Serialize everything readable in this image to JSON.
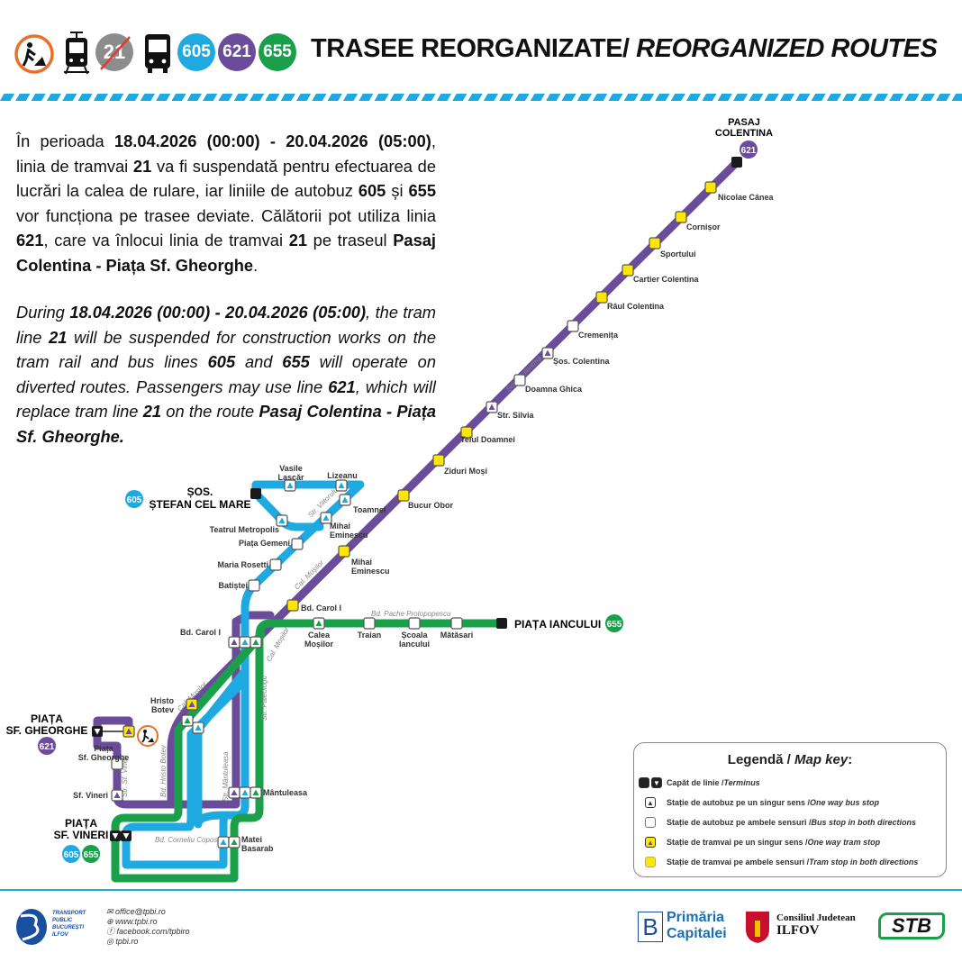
{
  "header": {
    "icons": [
      "roadworks-icon",
      "tram-icon",
      "bus-icon"
    ],
    "suspended_line": "21",
    "bus_lines": [
      "605",
      "621",
      "655"
    ],
    "title_ro": "TRASEE REORGANIZATE/ ",
    "title_en": "REORGANIZED ROUTES"
  },
  "text_ro": [
    {
      "t": "În perioada ",
      "b": false
    },
    {
      "t": "18.04.2026 (00:00) - 20.04.2026 (05:00)",
      "b": true
    },
    {
      "t": ", linia de tramvai ",
      "b": false
    },
    {
      "t": "21",
      "b": true
    },
    {
      "t": " va fi suspendată pentru efectuarea de lucrări la calea de rulare, iar liniile de autobuz ",
      "b": false
    },
    {
      "t": "605",
      "b": true
    },
    {
      "t": " și ",
      "b": false
    },
    {
      "t": "655",
      "b": true
    },
    {
      "t": " vor funcționa pe trasee deviate. Călătorii pot utiliza linia ",
      "b": false
    },
    {
      "t": "621",
      "b": true
    },
    {
      "t": ", care va înlocui linia de tramvai ",
      "b": false
    },
    {
      "t": "21",
      "b": true
    },
    {
      "t": " pe traseul ",
      "b": false
    },
    {
      "t": "Pasaj Colentina - Piața Sf. Gheorghe",
      "b": true
    },
    {
      "t": ".",
      "b": false
    }
  ],
  "text_en": [
    {
      "t": "During ",
      "b": false
    },
    {
      "t": "18.04.2026 (00:00) - 20.04.2026 (05:00)",
      "b": true
    },
    {
      "t": ", the tram line ",
      "b": false
    },
    {
      "t": "21",
      "b": true
    },
    {
      "t": " will be suspended for construction works on the tram rail and bus lines ",
      "b": false
    },
    {
      "t": "605",
      "b": true
    },
    {
      "t": " and ",
      "b": false
    },
    {
      "t": "655",
      "b": true
    },
    {
      "t": " will operate on diverted routes. Passengers may use line ",
      "b": false
    },
    {
      "t": "621",
      "b": true
    },
    {
      "t": ", which will replace tram line ",
      "b": false
    },
    {
      "t": "21",
      "b": true
    },
    {
      "t": " on the route ",
      "b": false
    },
    {
      "t": "Pasaj Colentina - Piața Sf. Gheorghe.",
      "b": true
    }
  ],
  "colors": {
    "line_605": "#1fa9e1",
    "line_621": "#6b4c9a",
    "line_655": "#1aa04a",
    "tram_stop": "#ffe600",
    "accent": "#1fa9e1"
  },
  "map": {
    "termini": {
      "pasaj_colentina": [
        "PASAJ",
        "COLENTINA"
      ],
      "stefan_cel_mare": [
        "ȘOS.",
        "ȘTEFAN CEL MARE"
      ],
      "piata_iancului": "PIAȚA IANCULUI",
      "sf_gheorghe": [
        "PIAȚA",
        "SF. GHEORGHE"
      ],
      "sf_vineri": [
        "PIAȚA",
        "SF. VINERI"
      ]
    },
    "stations": [
      "Nicolae Cânea",
      "Cornișor",
      "Sportului",
      "Cartier Colentina",
      "Râul Colentina",
      "Cremenița",
      "Șos. Colentina",
      "Doamna Ghica",
      "Str. Silvia",
      "Teiul Doamnei",
      "Ziduri Moși",
      "Bucur Obor",
      "Mihai|Eminescu",
      "Bd. Carol I",
      "Vasile|Lascăr",
      "Lizeanu",
      "Toamnei",
      "Mihai|Eminescu",
      "Teatrul Metropolis",
      "Piața Gemeni",
      "Maria Rosetti",
      "Batiștei",
      "Calea|Moșilor",
      "Traian",
      "Școala|Iancului",
      "Mătăsari",
      "Bd. Carol I",
      "Hristo|Botev",
      "Piața|Sf. Gheorghe",
      "Sf. Vineri",
      "Mântuleasa",
      "Matei|Basarab"
    ],
    "streets": [
      "Șos. Colentina",
      "Str. Viitorului",
      "Cal. Moșilor",
      "Bd. Pache Protopopescu",
      "Cal. Moșilor",
      "Str. Paleologu",
      "Cal. Moșilor",
      "Bd. Hristo Botev",
      "Str. Mântuleasa",
      "Str. Sf. Vineri",
      "Bd. Corneliu Coposu"
    ]
  },
  "legend": {
    "title": "Legendă / ",
    "title_en": "Map key",
    "items": [
      {
        "ro": "Capăt de linie / ",
        "en": "Terminus"
      },
      {
        "ro": "Stație de autobuz pe un singur sens / ",
        "en": "One way bus stop"
      },
      {
        "ro": "Stație de autobuz pe ambele sensuri / ",
        "en": "Bus stop in both directions"
      },
      {
        "ro": "Stație de tramvai pe un singur sens / ",
        "en": "One way tram stop"
      },
      {
        "ro": "Stație de tramvai pe ambele sensuri / ",
        "en": "Tram stop in both directions"
      }
    ]
  },
  "footer": {
    "tpbi_logo": [
      "TRANSPORT",
      "PUBLIC",
      "BUCUREȘTI",
      "ILFOV"
    ],
    "contacts": [
      "office@tpbi.ro",
      "www.tpbi.ro",
      "facebook.com/tpbiro",
      "tpbi.ro"
    ],
    "primaria": [
      "Primăria",
      "Capitalei"
    ],
    "cj": [
      "Consiliul Judetean",
      "ILFOV"
    ],
    "stb": "STB"
  }
}
